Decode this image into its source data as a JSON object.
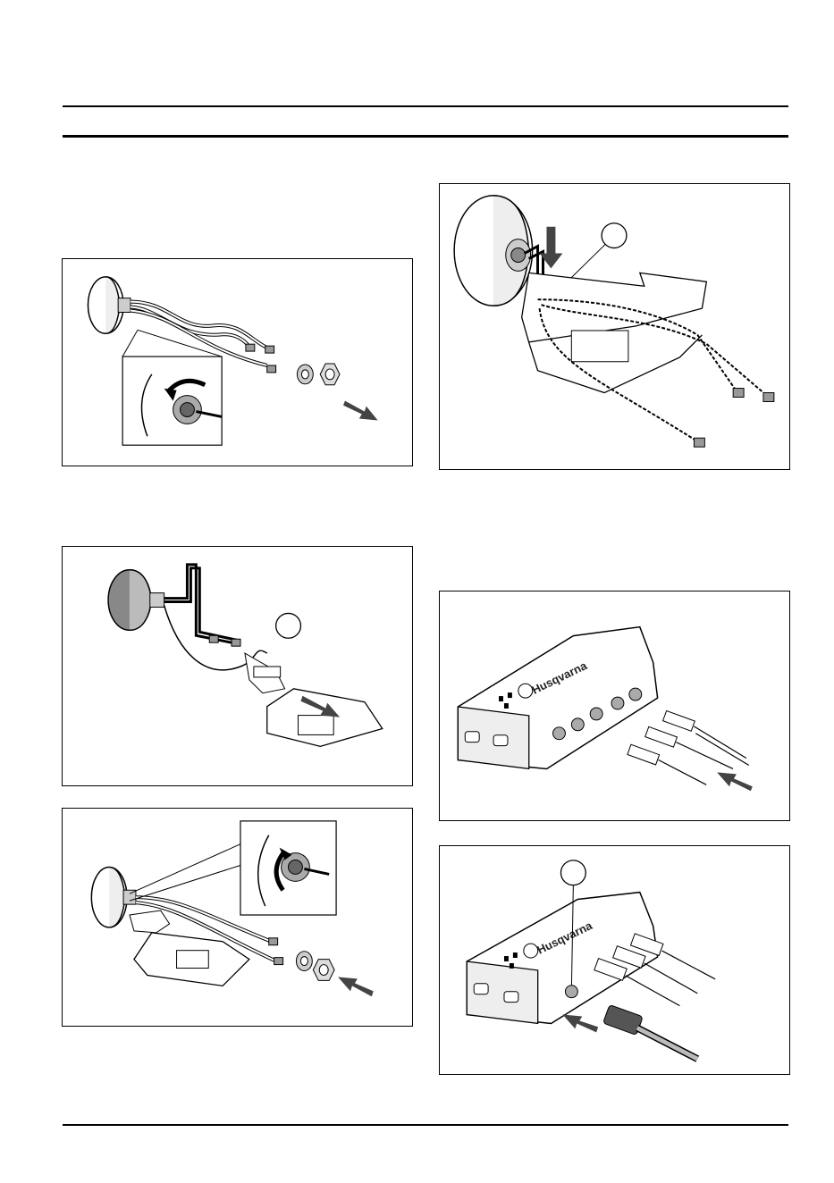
{
  "brand": {
    "logo_text": "Husqvarna"
  },
  "figures": [
    {
      "id": "remove-nut-washer",
      "icon": "antenna-remove-nut-illustration"
    },
    {
      "id": "route-cable-bracket",
      "icon": "antenna-bracket-route-illustration"
    },
    {
      "id": "tighten-nut-bracket",
      "icon": "antenna-tighten-nut-illustration"
    },
    {
      "id": "bracket-cables-routed",
      "icon": "antenna-bracket-cables-illustration"
    },
    {
      "id": "connect-antenna-cables",
      "icon": "control-unit-connect-cables-illustration"
    },
    {
      "id": "connect-power-cable",
      "icon": "control-unit-connect-power-illustration"
    }
  ]
}
